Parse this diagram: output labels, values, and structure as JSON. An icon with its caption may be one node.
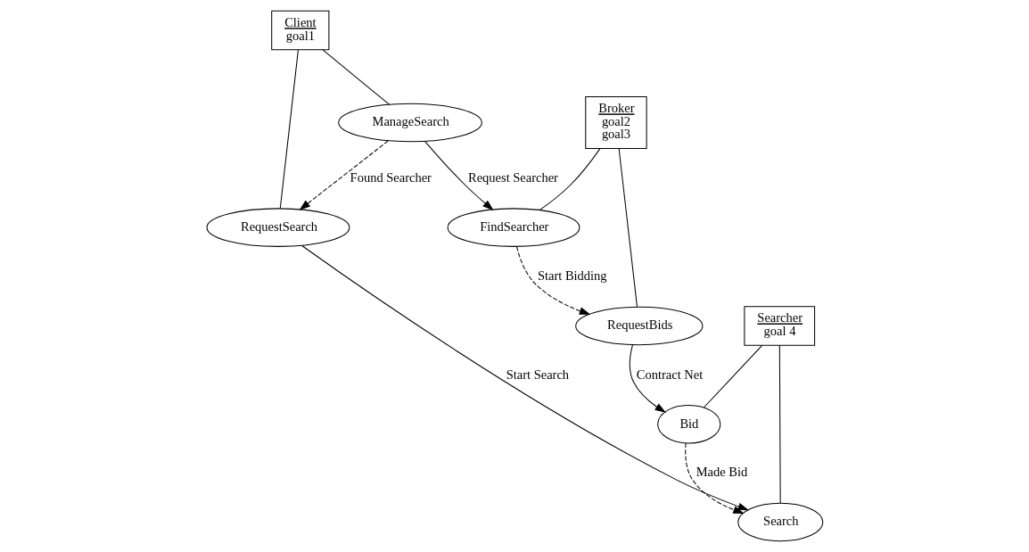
{
  "diagram": {
    "nodes": [
      {
        "text": [
          "Client",
          "goal1"
        ]
      },
      {
        "text": [
          "RequestSearch"
        ]
      },
      {
        "text": [
          "ManageSearch"
        ]
      },
      {
        "text": [
          "Broker",
          "goal2",
          "goal3"
        ]
      },
      {
        "text": [
          "FindSearcher"
        ]
      },
      {
        "text": [
          "RequestBids"
        ]
      },
      {
        "text": [
          "Searcher",
          "goal 4"
        ]
      },
      {
        "text": [
          "Search"
        ]
      },
      {
        "text": [
          "Bid"
        ]
      }
    ],
    "edges": [
      {
        "from": 0,
        "to": 1,
        "arrow": "none"
      },
      {
        "from": 0,
        "to": 2,
        "arrow": "none"
      },
      {
        "from": 3,
        "to": 4,
        "arrow": "none"
      },
      {
        "from": 3,
        "to": 5,
        "arrow": "none"
      },
      {
        "from": 2,
        "to": 4,
        "arrow": "to",
        "label": "Request Searcher"
      },
      {
        "from": 4,
        "to": 5,
        "arrow": "to",
        "label": "Start Bidding",
        "style": "dashed"
      },
      {
        "from": 2,
        "to": 1,
        "arrow": "to",
        "label": "Found Searcher",
        "style": "dashed"
      },
      {
        "from": 6,
        "to": 7,
        "arrow": "none"
      },
      {
        "from": 6,
        "to": 8,
        "arrow": "none"
      },
      {
        "from": 1,
        "to": 7,
        "arrow": "to",
        "label": "Start Search"
      },
      {
        "from": 8,
        "to": 7,
        "arrow": "to",
        "label": "Made Bid",
        "style": "dashed"
      },
      {
        "from": 5,
        "to": 8,
        "arrow": "to",
        "label": "Contract Net"
      }
    ]
  }
}
